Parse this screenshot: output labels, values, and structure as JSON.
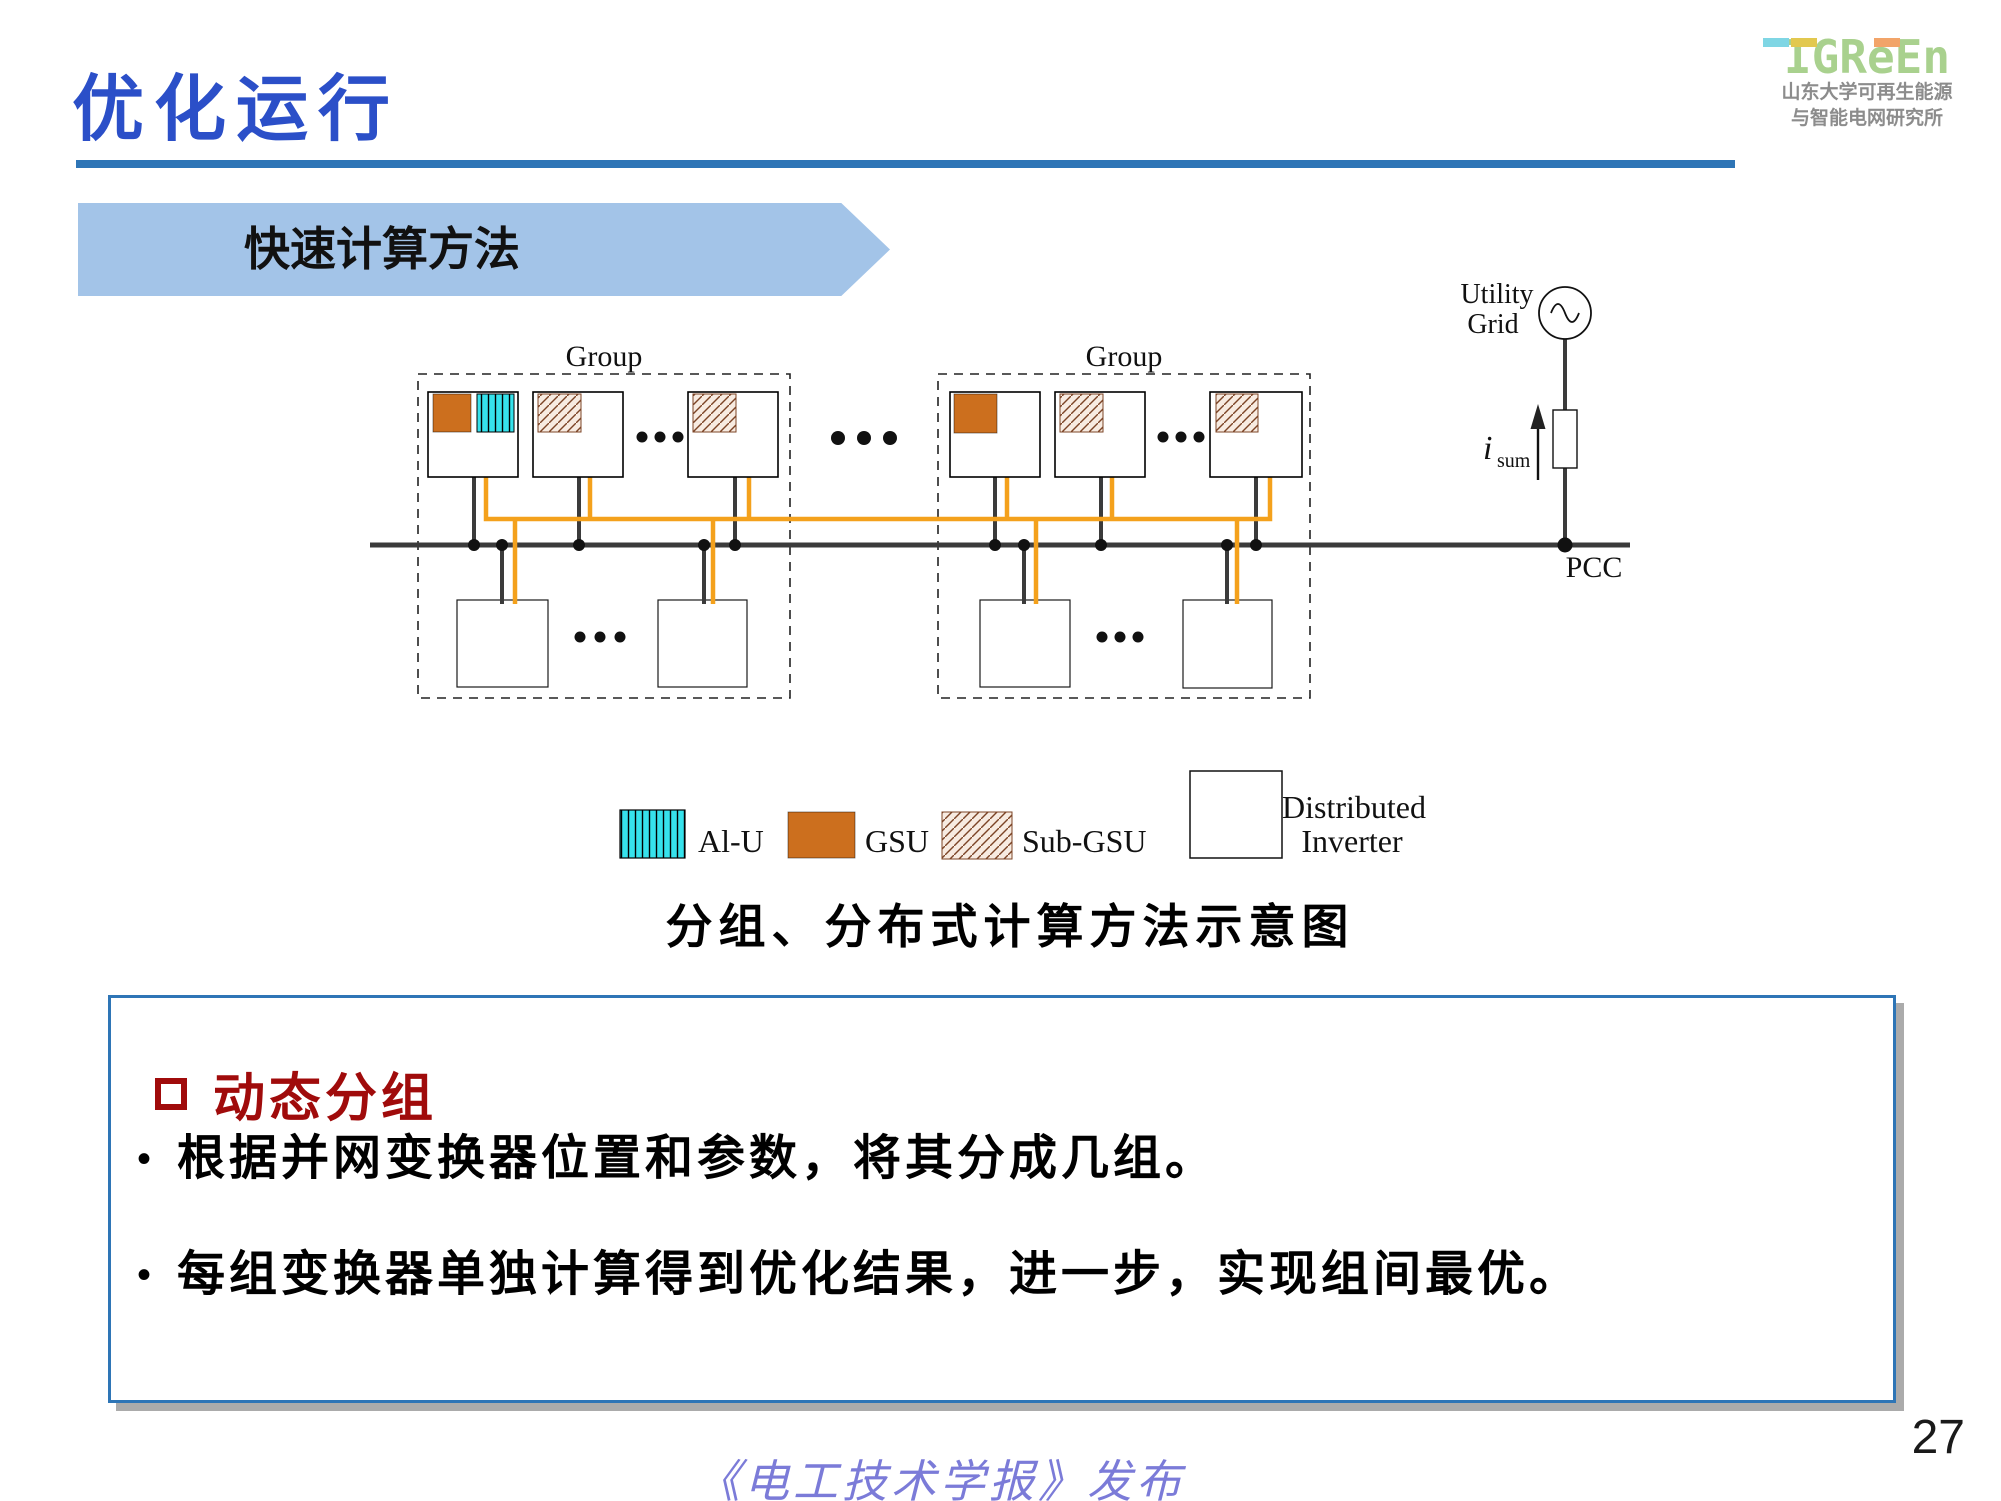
{
  "slide": {
    "title": "优化运行"
  },
  "logo": {
    "brand": "IGReEn",
    "org_line1": "山东大学可再生能源",
    "org_line2": "与智能电网研究所"
  },
  "banner": {
    "label": "快速计算方法"
  },
  "diagram": {
    "group_label": "Group",
    "utility_grid_line1": "Utility",
    "utility_grid_line2": "Grid",
    "isum_symbol": "i",
    "isum_subscript": "sum",
    "pcc_label": "PCC",
    "legend": {
      "alu_label": "Al-U",
      "gsu_label": "GSU",
      "subgsu_label": "Sub-GSU",
      "inverter_label_line1": "Distributed",
      "inverter_label_line2": "Inverter"
    },
    "caption": "分组、分布式计算方法示意图"
  },
  "colors": {
    "title_blue": "#2B4FC8",
    "underline_blue": "#2E75B6",
    "banner_blue": "#A3C4E8",
    "gsu_orange": "#CC6F1E",
    "alu_cyan": "#36E2EC",
    "comm_orange": "#F4A11C",
    "bus_gray": "#3B3B3B",
    "heading_red": "#A00B0B",
    "footer_purple": "#7B7BD8",
    "logo_green": "#A9D18E"
  },
  "content_box": {
    "heading": "动态分组",
    "bullets": [
      "根据并网变换器位置和参数，将其分成几组。",
      "每组变换器单独计算得到优化结果，进一步，实现组间最优。"
    ]
  },
  "footer": {
    "journal_note": "《电工技术学报》发布",
    "page_number": "27"
  }
}
